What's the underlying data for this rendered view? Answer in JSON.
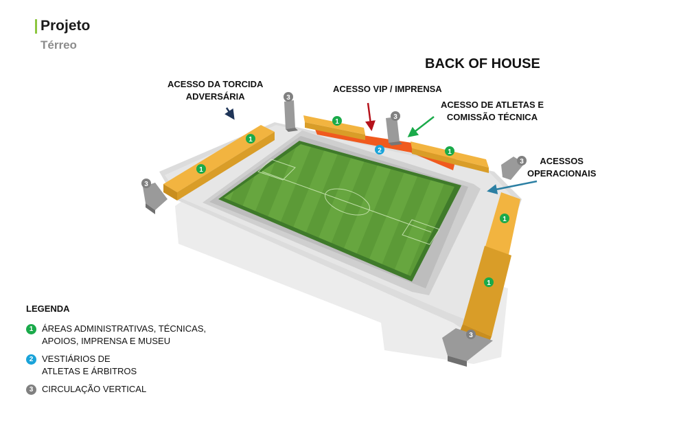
{
  "header": {
    "title": "Projeto",
    "subtitle": "Térreo"
  },
  "diagram_title": "BACK OF HOUSE",
  "callouts": {
    "away_fans": {
      "line1": "ACESSO DA TORCIDA",
      "line2": "ADVERSÁRIA"
    },
    "vip_press": {
      "line1": "ACESSO VIP / IMPRENSA"
    },
    "athletes": {
      "line1": "ACESSO DE ATLETAS E",
      "line2": "COMISSÃO TÉCNICA"
    },
    "operational": {
      "line1": "ACESSOS",
      "line2": "OPERACIONAIS"
    }
  },
  "markers": {
    "m1": "1",
    "m2": "1",
    "m3": "1",
    "m4": "1",
    "m5": "1",
    "m6": "1",
    "m7": "2",
    "m8": "3",
    "m9": "3",
    "m10": "3",
    "m11": "3",
    "m12": "3"
  },
  "legend": {
    "title": "LEGENDA",
    "items": [
      {
        "number": "1",
        "line1": "ÁREAS ADMINISTRATIVAS, TÉCNICAS,",
        "line2": "APOIOS, IMPRENSA E MUSEU",
        "color": "#1aaa4a"
      },
      {
        "number": "2",
        "line1": "VESTIÁRIOS DE",
        "line2": "ATLETAS E ÁRBITROS",
        "color": "#1aa3d9"
      },
      {
        "number": "3",
        "line1": "CIRCULAÇÃO VERTICAL",
        "line2": "",
        "color": "#808080"
      }
    ]
  },
  "colors": {
    "admin_block": "#f2b440",
    "vip_strip": "#f05a1e",
    "pitch": "#5f9e3a",
    "arrow_away": "#1f3558",
    "arrow_vip": "#b5121b",
    "arrow_athletes": "#1aaa4a",
    "arrow_operational": "#2b7fa3"
  }
}
